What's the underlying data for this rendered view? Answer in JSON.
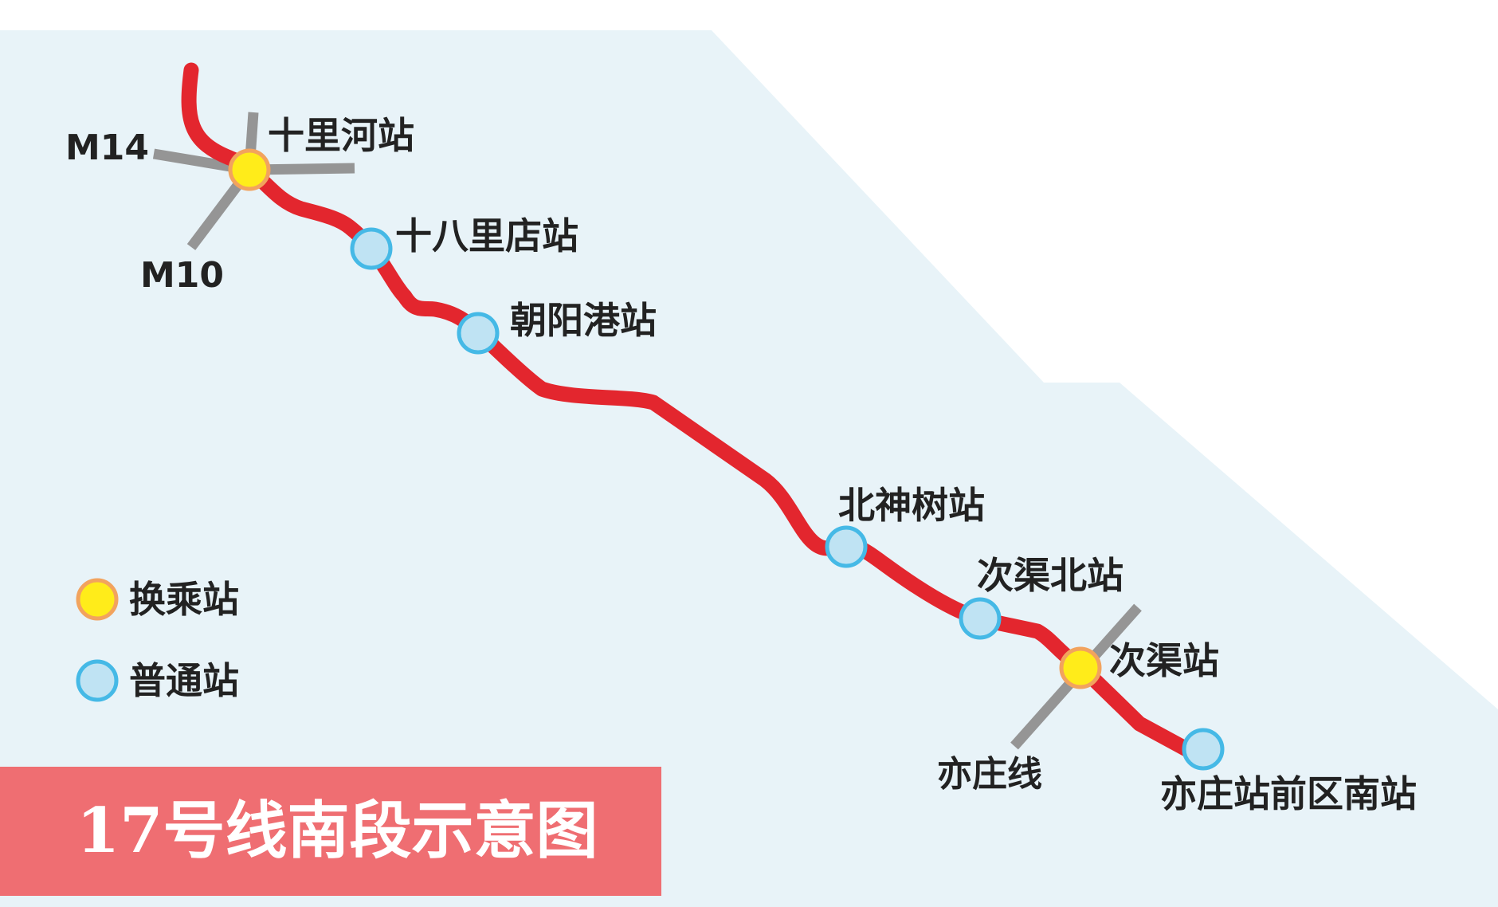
{
  "title": "17号线南段示意图",
  "colors": {
    "background_region": "#e8f3f8",
    "route_line": "#e3262e",
    "other_line": "#959595",
    "interchange_fill": "#ffec1a",
    "interchange_stroke": "#f2a35e",
    "regular_fill": "#bfe3f3",
    "regular_stroke": "#45b9e6",
    "title_bg": "#ef6e72"
  },
  "legend": {
    "interchange": "换乘站",
    "regular": "普通站"
  },
  "lines": {
    "m14": "M14",
    "m10": "M10",
    "yizhuang": "亦庄线"
  },
  "stations": [
    {
      "name": "十里河站",
      "type": "interchange"
    },
    {
      "name": "十八里店站",
      "type": "regular"
    },
    {
      "name": "朝阳港站",
      "type": "regular"
    },
    {
      "name": "北神树站",
      "type": "regular"
    },
    {
      "name": "次渠北站",
      "type": "regular"
    },
    {
      "name": "次渠站",
      "type": "interchange"
    },
    {
      "name": "亦庄站前区南站",
      "type": "regular"
    }
  ]
}
